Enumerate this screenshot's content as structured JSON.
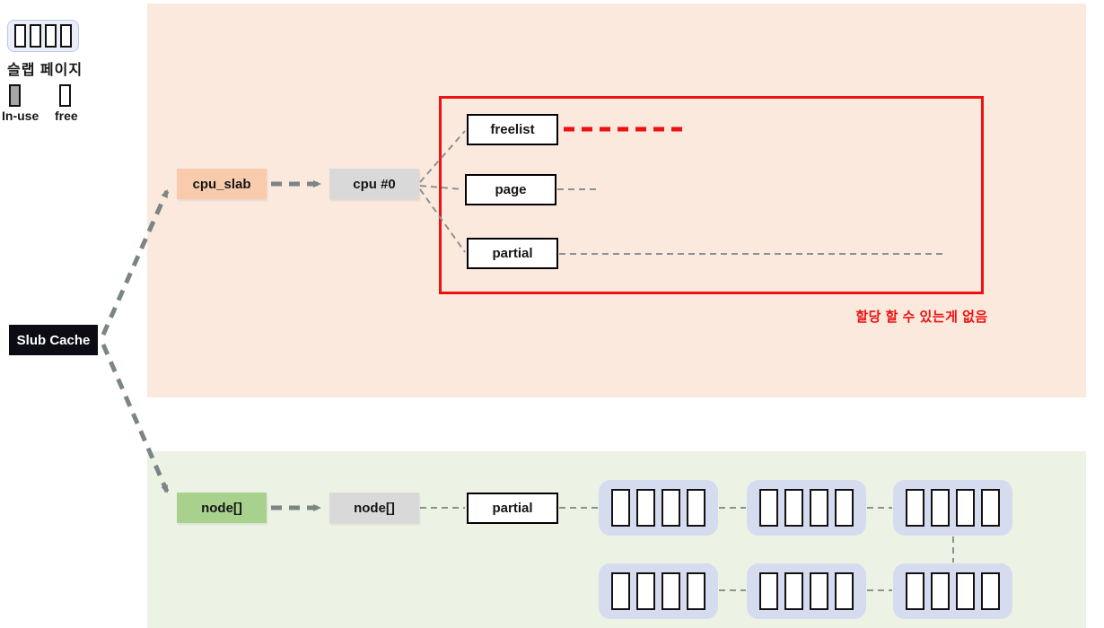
{
  "legend": {
    "slab_page_label": "슬랩 페이지",
    "inuse_label": "In-use",
    "free_label": "free"
  },
  "nodes": {
    "root": "Slub Cache",
    "cpu_slab": "cpu_slab",
    "cpu0": "cpu #0",
    "node_array_green": "node[]",
    "node_array_gray": "node[]",
    "freelist": "freelist",
    "page": "page",
    "partial_cpu": "partial",
    "partial_node": "partial"
  },
  "annotation": {
    "no_alloc_warning": "할당 할 수 있는게 없음"
  },
  "colors": {
    "cpu_panel_bg": "#fbe9dd",
    "node_panel_bg": "#ecf3e4",
    "cpu_slab_fill": "#f8cbad",
    "node_fill": "#a9d18e",
    "gray_fill": "#d9d9d9",
    "slab_group_fill": "#d6dcf0",
    "root_fill": "#0c0c14",
    "alert_red": "#ee1111",
    "connector_gray": "#7b8585",
    "inuse_swatch": "#a6a6a6"
  }
}
